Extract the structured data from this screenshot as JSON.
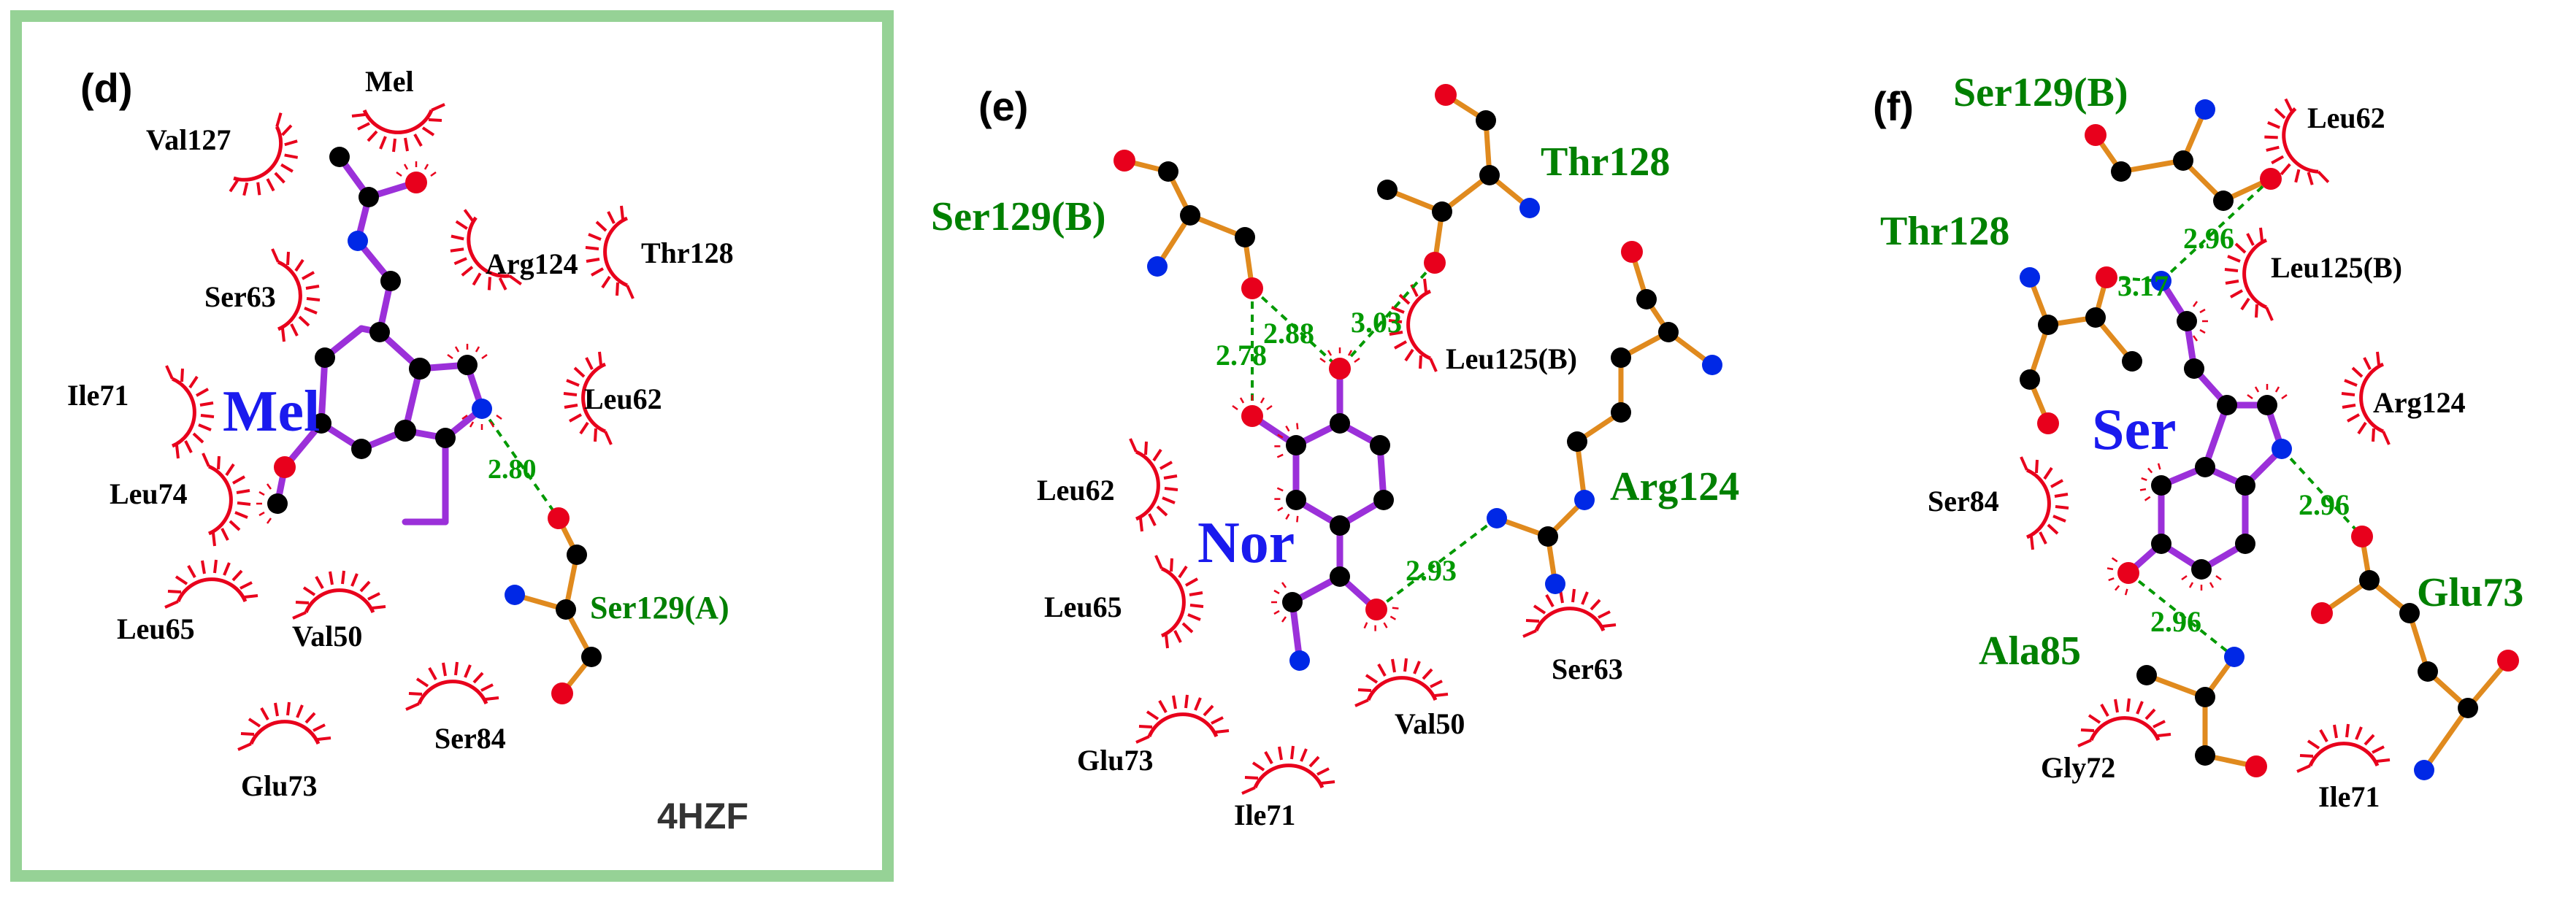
{
  "colors": {
    "frame": "#96d296",
    "bond_ligand": "#9b30d9",
    "bond_residue": "#e08a1e",
    "atom_carbon": "#000000",
    "atom_oxygen": "#e8001c",
    "atom_nitrogen": "#0028e6",
    "hbond": "#009900",
    "hydrophobic": "#e8001c",
    "label_hydrophobic": "#000000",
    "label_hbond_residue": "#008000",
    "label_ligand": "#1a1aee"
  },
  "panels": [
    {
      "id": "d",
      "panel_label": "(d)",
      "ligand": "Mel",
      "pdb": "4HZF",
      "hbonds": [
        "2.80"
      ],
      "hbond_residues": [
        "Ser129(A)"
      ],
      "hydrophobic": [
        "Mel",
        "Val127",
        "Arg124",
        "Thr128",
        "Ser63",
        "Ile71",
        "Leu62",
        "Leu74",
        "Leu65",
        "Val50",
        "Ser84",
        "Glu73"
      ]
    },
    {
      "id": "e",
      "panel_label": "(e)",
      "ligand": "Nor",
      "hbonds": [
        "2.88",
        "3.03",
        "2.78",
        "2.93"
      ],
      "hbond_residues": [
        "Ser129(B)",
        "Thr128",
        "Arg124"
      ],
      "hydrophobic": [
        "Leu125(B)",
        "Leu62",
        "Leu65",
        "Glu73",
        "Ile71",
        "Val50",
        "Ser63"
      ]
    },
    {
      "id": "f",
      "panel_label": "(f)",
      "ligand": "Ser",
      "hbonds": [
        "3.17",
        "2.96",
        "2.96",
        "2.96"
      ],
      "hbond_residues": [
        "Ser129(B)",
        "Thr128",
        "Glu73",
        "Ala85"
      ],
      "hydrophobic": [
        "Leu62",
        "Leu125(B)",
        "Arg124",
        "Ser84",
        "Gly72",
        "Ile71"
      ]
    }
  ]
}
